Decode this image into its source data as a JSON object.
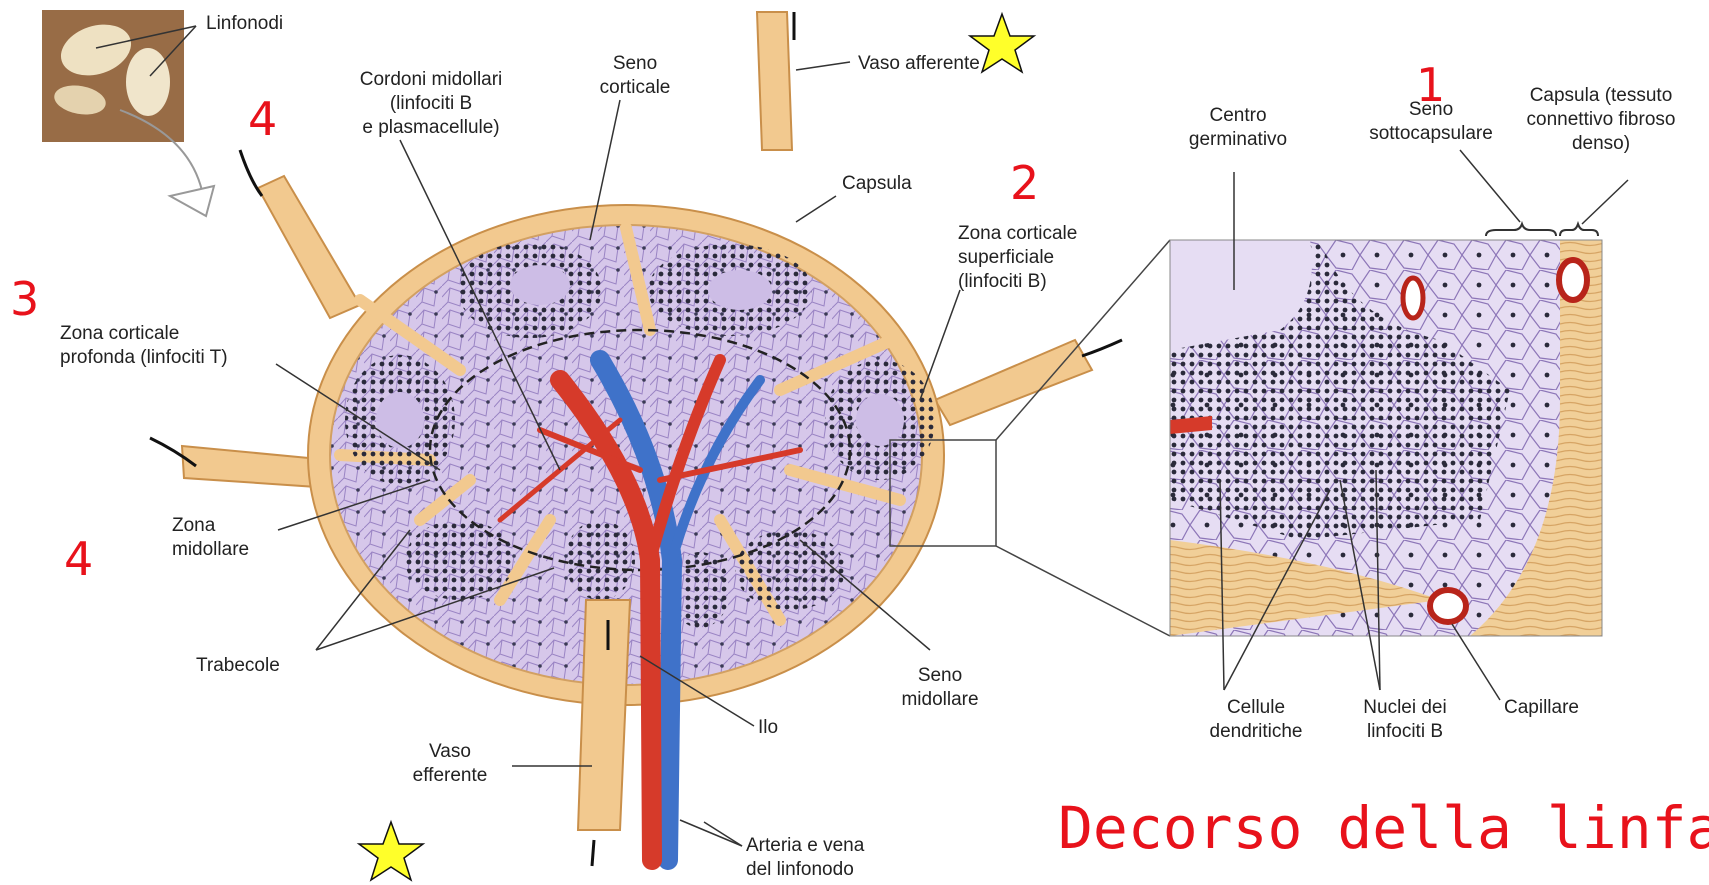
{
  "labels": {
    "linfonodi": "Linfonodi",
    "cordoni": "Cordoni midollari\n(linfociti B\ne plasmacellule)",
    "seno_corticale": "Seno\ncorticale",
    "vaso_afferente": "Vaso afferente",
    "capsula": "Capsula",
    "zona_cort_sup": "Zona corticale\nsuperficiale\n(linfociti B)",
    "zona_cort_prof": "Zona corticale\nprofonda (linfociti T)",
    "zona_midollare": "Zona\nmidollare",
    "trabecole": "Trabecole",
    "seno_midollare": "Seno\nmidollare",
    "ilo": "Ilo",
    "vaso_efferente": "Vaso\nefferente",
    "arteria_vena": "Arteria e vena\ndel linfonodo",
    "centro_germinativo": "Centro\ngerminativo",
    "seno_sottocapsulare": "Seno\nsottocapsulare",
    "capsula_tessuto": "Capsula (tessuto\nconnettivo fibroso\ndenso)",
    "cellule_dendritiche": "Cellule\ndendritiche",
    "nuclei_linfociti": "Nuclei dei\nlinfociti B",
    "capillare": "Capillare"
  },
  "steps": {
    "s1": "1",
    "s2": "2",
    "s3": "3",
    "s4a": "4",
    "s4b": "4"
  },
  "title": "Decorso della linfa",
  "colors": {
    "annotation_red": "#e8121b",
    "capsule": "#f2c98f",
    "tissue": "#cfc0e6",
    "nodules": "#2a2a3a",
    "artery": "#d63a2a",
    "vein": "#3f72c9",
    "star": "#ffff2a"
  }
}
